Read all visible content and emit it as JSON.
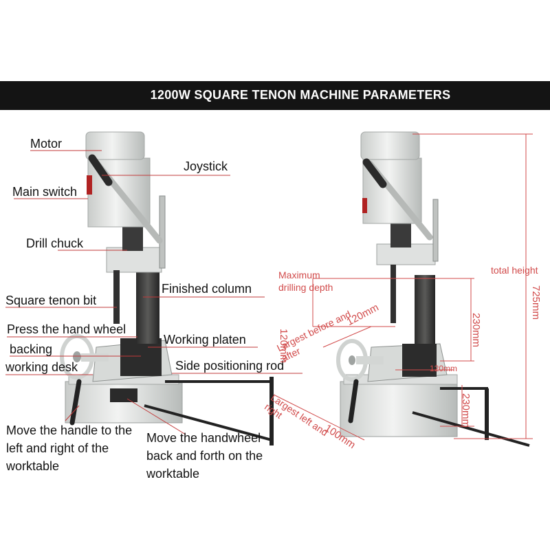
{
  "banner": {
    "title": "1200W SQUARE TENON MACHINE PARAMETERS"
  },
  "left_labels": {
    "motor": "Motor",
    "joystick": "Joystick",
    "main_switch": "Main switch",
    "drill_chuck": "Drill chuck",
    "finished_column": "Finished column",
    "square_tenon_bit": "Square tenon bit",
    "press_hand_wheel": "Press the hand wheel",
    "backing": "backing",
    "working_desk": "working desk",
    "working_platen": "Working platen",
    "side_positioning_rod": "Side positioning rod",
    "move_handle": "Move the handle to the left and right of the worktable",
    "move_handwheel": "Move the handwheel back and forth on the worktable"
  },
  "right_dimensions": {
    "max_depth_line1": "Maximum",
    "max_depth_line2": "drilling depth",
    "max_depth_value": "120mm",
    "total_height_label": "total height",
    "total_height_value": "725mm",
    "column_height_value": "230mm",
    "front_back_label": "Largest before and after",
    "front_back_value": "120mm",
    "platen_value": "120mm",
    "left_right_label": "Largest left and right",
    "left_right_value": "100mm",
    "table_height_value": "230mm"
  },
  "colors": {
    "banner": "#141414",
    "dimension": "#d14a4a",
    "machine": "#e3e5e3"
  }
}
